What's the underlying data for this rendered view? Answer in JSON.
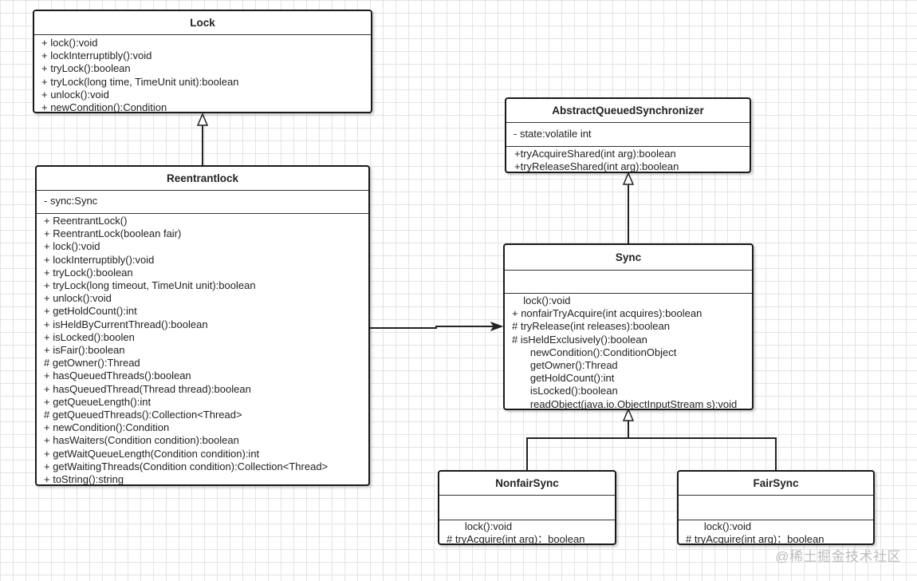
{
  "lock": {
    "name": "Lock",
    "methods": [
      "+ lock():void",
      "+ lockInterruptibly():void",
      "+ tryLock():boolean",
      "+ tryLock(long time, TimeUnit unit):boolean",
      "+ unlock():void",
      "+ newCondition():Condition"
    ]
  },
  "reentrantlock": {
    "name": "Reentrantlock",
    "fields": [
      "- sync:Sync"
    ],
    "methods": [
      "+ ReentrantLock()",
      "+ ReentrantLock(boolean fair)",
      "+ lock():void",
      "+ lockInterruptibly():void",
      "+ tryLock():boolean",
      "+ tryLock(long timeout, TimeUnit unit):boolean",
      "+ unlock():void",
      "+ getHoldCount():int",
      "+ isHeldByCurrentThread():boolean",
      "+ isLocked():boolen",
      "+ isFair():boolean",
      "# getOwner():Thread",
      "+ hasQueuedThreads():boolean",
      "+ hasQueuedThread(Thread thread):boolean",
      "+ getQueueLength():int",
      "# getQueuedThreads():Collection<Thread>",
      "+ newCondition():Condition",
      "+ hasWaiters(Condition condition):boolean",
      "+ getWaitQueueLength(Condition condition):int",
      "+ getWaitingThreads(Condition condition):Collection<Thread>",
      "+ toString():string"
    ]
  },
  "aqs": {
    "name": "AbstractQueuedSynchronizer",
    "fields": [
      "- state:volatile int"
    ],
    "methods": [
      "+tryAcquireShared(int arg):boolean",
      "+tryReleaseShared(int arg):boolean"
    ]
  },
  "sync": {
    "name": "Sync",
    "methods": [
      "  lock():void",
      "+ nonfairTryAcquire(int acquires):boolean",
      "# tryRelease(int releases):boolean",
      "# isHeldExclusively():boolean",
      "   newCondition():ConditionObject",
      "   getOwner():Thread",
      "   getHoldCount():int",
      "   isLocked():boolean",
      "   readObject(java.io.ObjectInputStream s):void"
    ]
  },
  "nonfairsync": {
    "name": "NonfairSync",
    "methods": [
      "   lock():void",
      "# tryAcquire(int arg)：boolean"
    ]
  },
  "fairsync": {
    "name": "FairSync",
    "methods": [
      "   lock():void",
      "# tryAcquire(int arg)：boolean"
    ]
  },
  "watermark": "@稀土掘金技术社区"
}
